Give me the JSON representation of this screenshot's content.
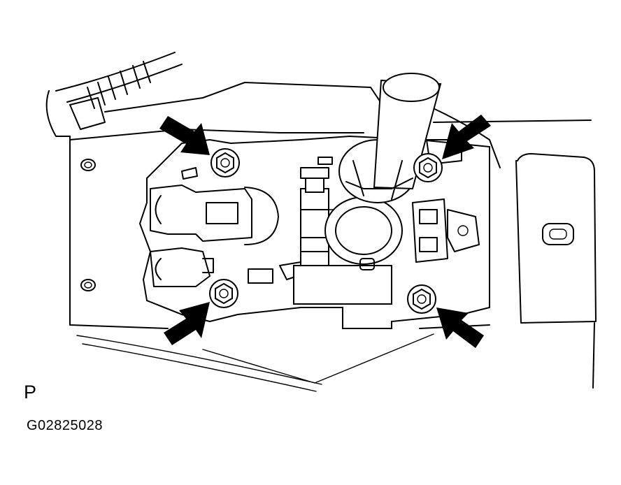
{
  "view_label": "P",
  "figure_code": "G02825028",
  "callouts": [
    {
      "name": "arrow-top-left",
      "target": "bolt-top-left"
    },
    {
      "name": "arrow-top-right",
      "target": "bolt-top-right"
    },
    {
      "name": "arrow-bottom-left",
      "target": "bolt-bottom-left"
    },
    {
      "name": "arrow-bottom-right",
      "target": "bolt-bottom-right"
    }
  ]
}
